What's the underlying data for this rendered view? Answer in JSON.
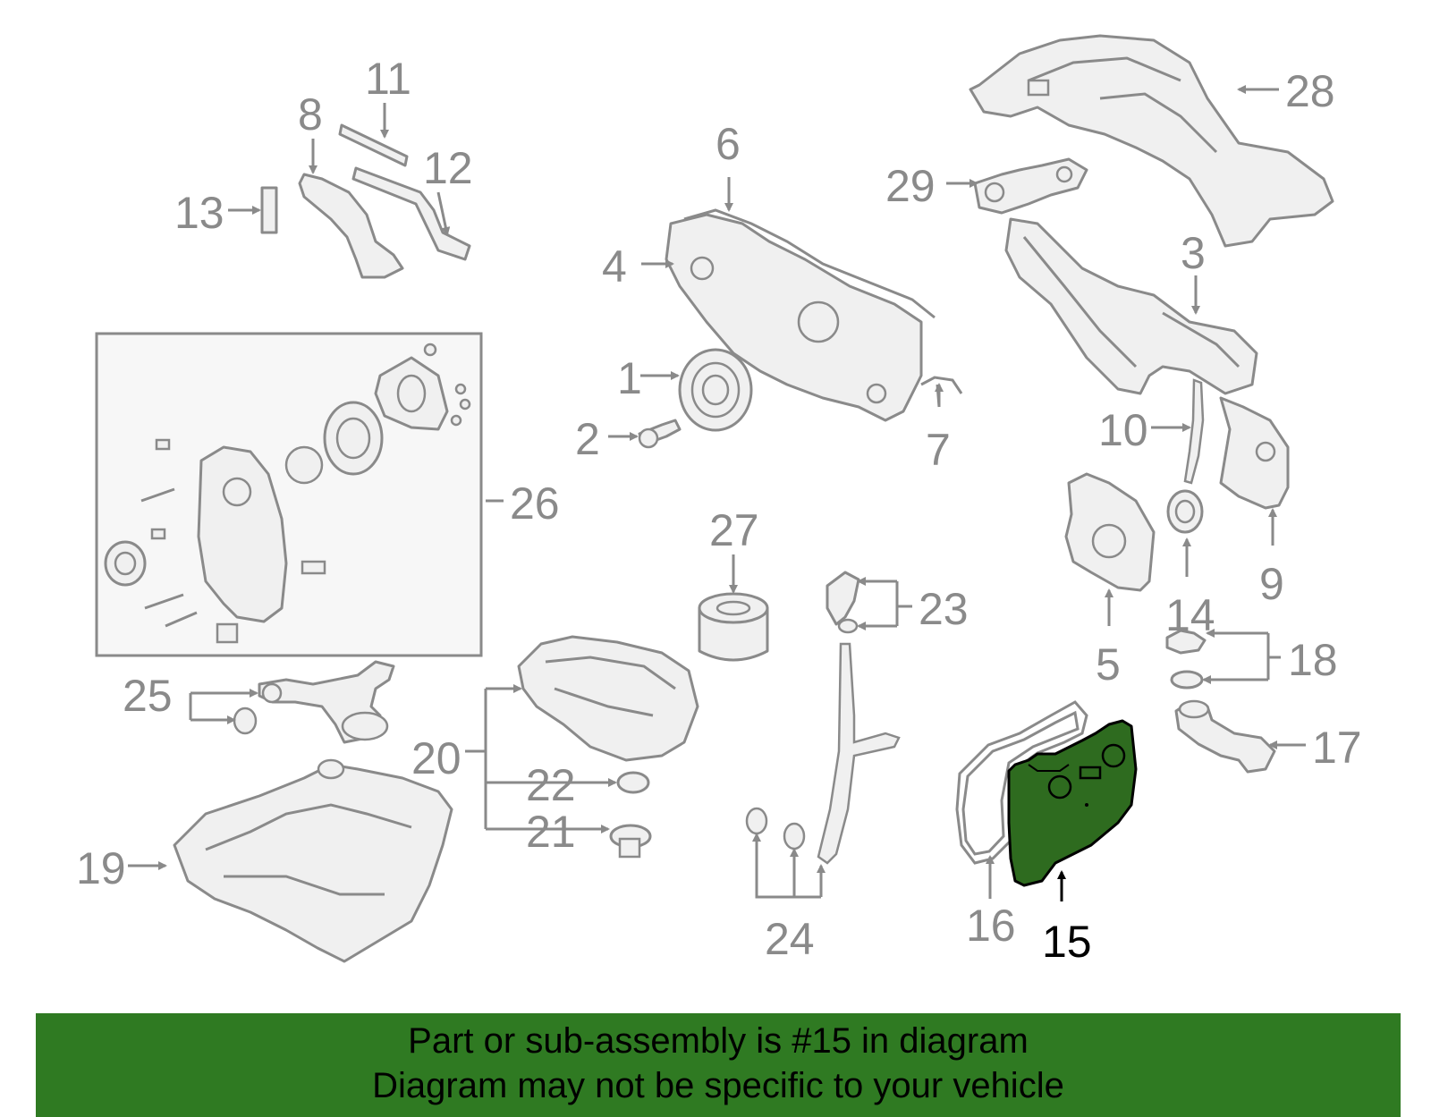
{
  "callouts": {
    "c1": "1",
    "c2": "2",
    "c3": "3",
    "c4": "4",
    "c5": "5",
    "c6": "6",
    "c7": "7",
    "c8": "8",
    "c9": "9",
    "c10": "10",
    "c11": "11",
    "c12": "12",
    "c13": "13",
    "c14": "14",
    "c15": "15",
    "c16": "16",
    "c17": "17",
    "c18": "18",
    "c19": "19",
    "c20": "20",
    "c21": "21",
    "c22": "22",
    "c23": "23",
    "c24": "24",
    "c25": "25",
    "c26": "26",
    "c27": "27",
    "c28": "28",
    "c29": "29"
  },
  "highlighted_part": "15",
  "colors": {
    "highlight_fill": "#2e6b1f",
    "banner_background": "#2f7a22",
    "callout_gray": "#8a8a8a"
  },
  "banner": {
    "line1": "Part or sub-assembly is #15 in diagram",
    "line2": "Diagram may not be specific to your vehicle"
  }
}
